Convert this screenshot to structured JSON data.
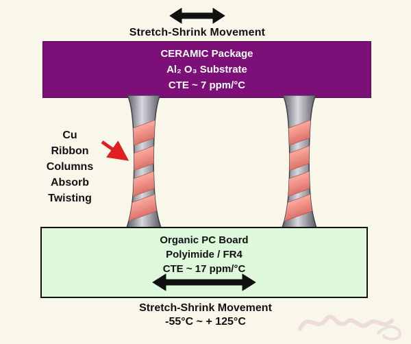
{
  "diagram": {
    "top_arrow_label": "Stretch-Shrink Movement",
    "ceramic": {
      "line1": "CERAMIC Package",
      "line2": "Al₂ O₃ Substrate",
      "line3": "CTE ~ 7 ppm/°C"
    },
    "cu_label": {
      "line1": "Cu",
      "line2": "Ribbon",
      "line3": "Columns",
      "line4": "Absorb",
      "line5": "Twisting"
    },
    "board": {
      "line1": "Organic PC Board",
      "line2": "Polyimide / FR4",
      "line3": "CTE ~ 17 ppm/°C"
    },
    "bottom": {
      "movement_label": "Stretch-Shrink Movement",
      "temp_range": "-55°C ~ + 125°C"
    }
  },
  "colors": {
    "background": "#f9f6ea",
    "ceramic_fill": "#7c1078",
    "board_fill": "#def8dc",
    "column_gray": "#9a9aa2",
    "ribbon_pink": "#f0948a",
    "arrow_black": "#111111",
    "pointer_red": "#e01f1f"
  }
}
